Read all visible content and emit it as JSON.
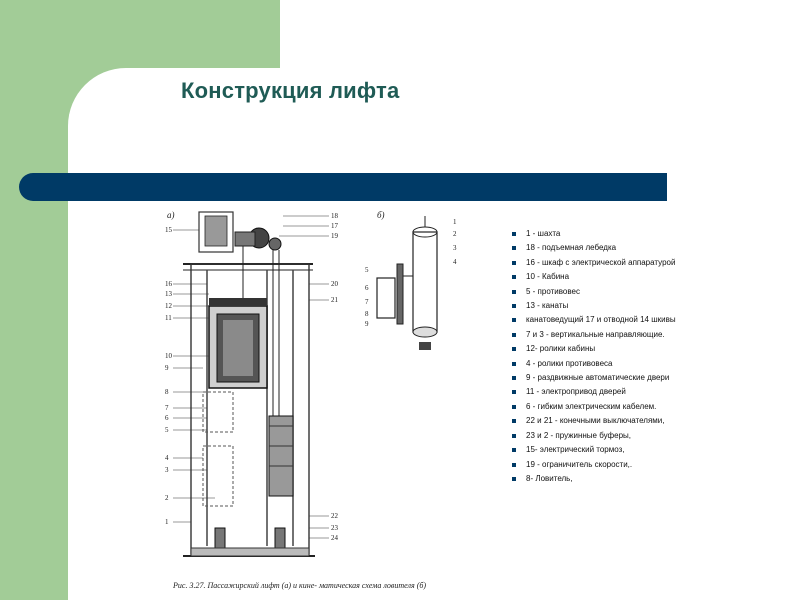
{
  "slide": {
    "title": "Конструкция лифта",
    "accent_green": "#a2cc97",
    "band_color": "#003a66",
    "title_color": "#1f5b55"
  },
  "figure": {
    "panel_a_label": "а)",
    "panel_b_label": "б)",
    "left_labels": [
      "15",
      "16",
      "13",
      "12",
      "11",
      "10",
      "9",
      "8",
      "7",
      "6",
      "5",
      "4",
      "3",
      "2",
      "1"
    ],
    "right_labels": [
      "18",
      "17",
      "19",
      "20",
      "21",
      "22",
      "23",
      "24"
    ],
    "b_left_labels": [
      "5",
      "6",
      "7",
      "8",
      "9"
    ],
    "b_right_labels": [
      "1",
      "2",
      "3",
      "4"
    ],
    "caption": "Рис. 3.27. Пассажирский лифт (а) и кине- матическая схема ловителя (б)"
  },
  "legend": [
    "1 - шахта",
    "18 - подъемная лебедка",
    " 16 - шкаф с электрической аппаратурой",
    " 10 - Кабина",
    " 5 - противовес",
    " 13 - канаты",
    "канатоведущий 17 и отводной 14 шкивы",
    "7 и 3 - вертикальные направляющие.",
    "12- ролики кабины",
    "4 - ролики противовеса",
    "9 - раздвижные автоматические двери",
    " 11 - электропривод дверей",
    " 6 - гибким электрическим кабелем.",
    " 22 и 21 - конечными выключателями,",
    "23 и 2 - пружинные буферы,",
    "15- электрический тормоз,",
    "19 - ограничитель скорости,.",
    "8- Ловитель,"
  ]
}
